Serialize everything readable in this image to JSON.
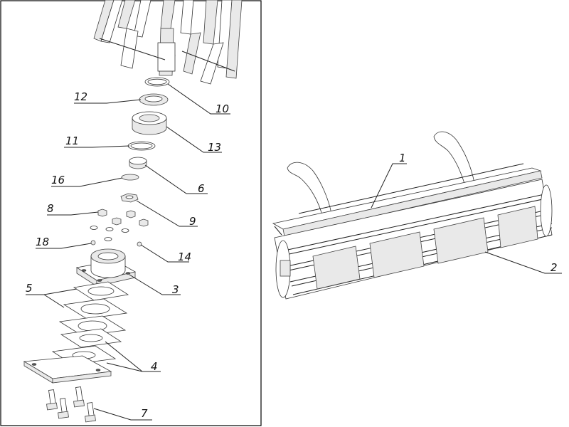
{
  "colors": {
    "line": "#222222",
    "panel_border": "#000000",
    "background": "#ffffff"
  },
  "left_panel": {
    "callouts": [
      {
        "id": "c10",
        "number": "10"
      },
      {
        "id": "c12",
        "number": "12"
      },
      {
        "id": "c13",
        "number": "13"
      },
      {
        "id": "c11",
        "number": "11"
      },
      {
        "id": "c6",
        "number": "6"
      },
      {
        "id": "c16",
        "number": "16"
      },
      {
        "id": "c9",
        "number": "9"
      },
      {
        "id": "c8",
        "number": "8"
      },
      {
        "id": "c18",
        "number": "18"
      },
      {
        "id": "c14",
        "number": "14"
      },
      {
        "id": "c3",
        "number": "3"
      },
      {
        "id": "c5",
        "number": "5"
      },
      {
        "id": "c4",
        "number": "4"
      },
      {
        "id": "c7",
        "number": "7"
      }
    ]
  },
  "right_panel": {
    "callouts": [
      {
        "id": "c1",
        "number": "1"
      },
      {
        "id": "c2",
        "number": "2"
      }
    ]
  }
}
